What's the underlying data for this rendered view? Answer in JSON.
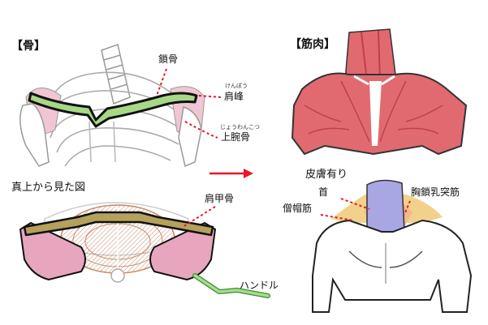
{
  "headings": {
    "bone": "【骨】",
    "muscle": "【筋肉】",
    "top_view": "真上から見た図",
    "with_skin": "皮膚有り"
  },
  "bone_labels": {
    "clavicle": "鎖骨",
    "acromion": "肩峰",
    "acromion_ruby": "けんぽう",
    "humerus": "上腕骨",
    "humerus_ruby": "じょうわんこつ"
  },
  "top_view_labels": {
    "scapula": "肩甲骨",
    "handle": "ハンドル"
  },
  "skin_labels": {
    "neck": "首",
    "trapezius": "僧帽筋",
    "scm": "胸鎖乳突筋"
  },
  "colors": {
    "clavicle_green": "#a6d886",
    "outline": "#111111",
    "scapula_pink": "#e7a6be",
    "muscle_red": "#e06a70",
    "muscle_dark": "#c33f4a",
    "leader_red": "#e8162a",
    "neck_purple": "#a9a7e3",
    "trap_yellow": "#f2d28a",
    "scm_orange": "#f4b98a",
    "sternum_tan": "#dcae83",
    "handle_green": "#a8dc8f"
  },
  "icons": {
    "arrow": "right-arrow-icon"
  }
}
